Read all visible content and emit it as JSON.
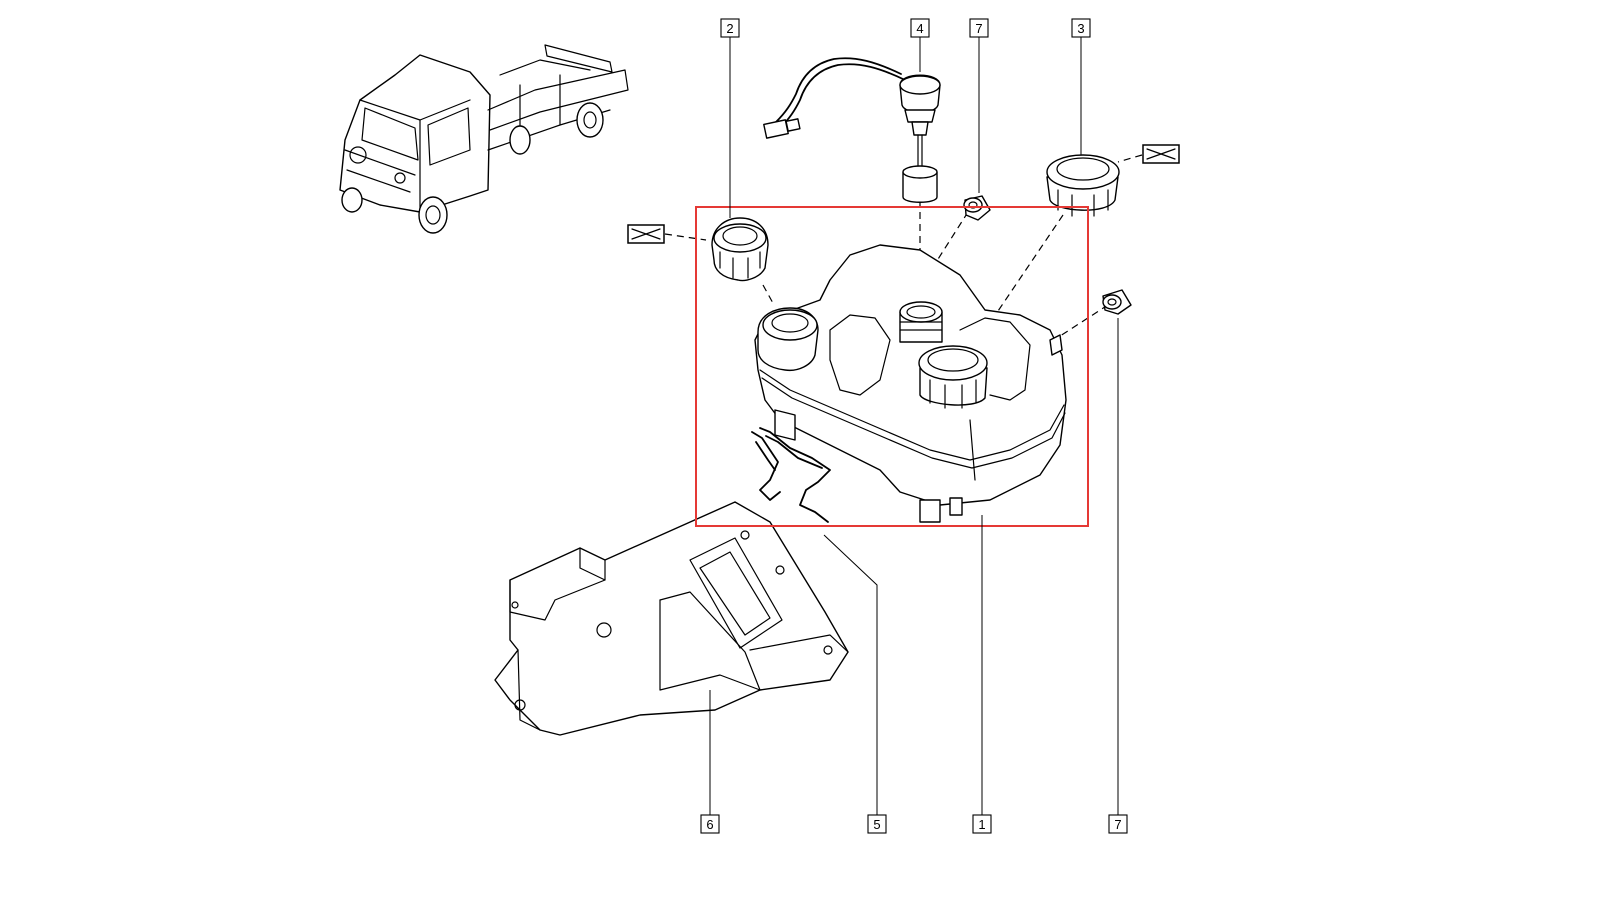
{
  "diagram": {
    "callouts": [
      {
        "id": "c2-top",
        "text": "2"
      },
      {
        "id": "c4-top",
        "text": "4"
      },
      {
        "id": "c7-top",
        "text": "7"
      },
      {
        "id": "c3-top",
        "text": "3"
      },
      {
        "id": "c6-bottom",
        "text": "6"
      },
      {
        "id": "c5-bottom",
        "text": "5"
      },
      {
        "id": "c1-bottom",
        "text": "1"
      },
      {
        "id": "c7-bottom",
        "text": "7"
      }
    ],
    "highlight_color": "#e53935",
    "parts": [
      "vehicle-thumbnail",
      "expansion-tank",
      "tank-filler-cap",
      "level-sensor",
      "pressure-cap",
      "bleed-screw",
      "mounting-bracket",
      "retaining-clip"
    ]
  }
}
